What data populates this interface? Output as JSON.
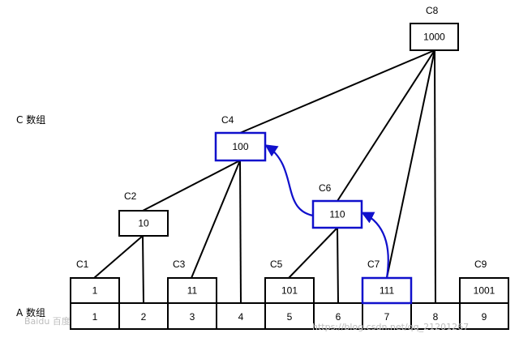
{
  "labels": {
    "c_array": "C 数组",
    "a_array": "A 数组"
  },
  "watermark": {
    "left": "Baidu 百度",
    "right": "https://blog.csdn.net/qq_21201267"
  },
  "colors": {
    "normal": "#000000",
    "highlight": "#1010cc"
  },
  "c_nodes": [
    {
      "id": "C1",
      "name": "C1",
      "value": "1",
      "highlight": false
    },
    {
      "id": "C2",
      "name": "C2",
      "value": "10",
      "highlight": false
    },
    {
      "id": "C3",
      "name": "C3",
      "value": "11",
      "highlight": false
    },
    {
      "id": "C4",
      "name": "C4",
      "value": "100",
      "highlight": true
    },
    {
      "id": "C5",
      "name": "C5",
      "value": "101",
      "highlight": false
    },
    {
      "id": "C6",
      "name": "C6",
      "value": "110",
      "highlight": true
    },
    {
      "id": "C7",
      "name": "C7",
      "value": "111",
      "highlight": true
    },
    {
      "id": "C8",
      "name": "C8",
      "value": "1000",
      "highlight": false
    },
    {
      "id": "C9",
      "name": "C9",
      "value": "1001",
      "highlight": false
    }
  ],
  "a_cells": [
    "1",
    "2",
    "3",
    "4",
    "5",
    "6",
    "7",
    "8",
    "9"
  ]
}
